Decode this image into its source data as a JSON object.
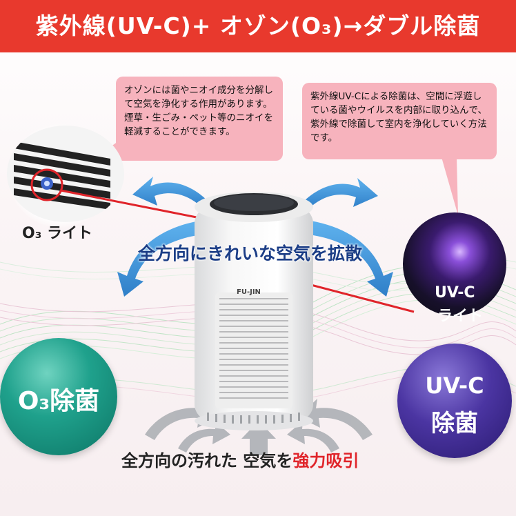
{
  "banner": {
    "title": "紫外線(UV-C)+ オゾン(O₃)→ダブル除菌"
  },
  "bubbles": {
    "ozone": "オゾンには菌やニオイ成分を分解して空気を浄化する作用があります。煙草・生ごみ・ペット等のニオイを軽減することができます。",
    "uvc": "紫外線UV-Cによる除菌は、空間に浮遊している菌やウイルスを内部に取り込んで、紫外線で除菌して室内を浄化していく方法です。"
  },
  "labels": {
    "o3_light": "O₃ ライト",
    "uvc_light_line1": "UV-C",
    "uvc_light_line2": "ライト",
    "diffuse": "全方向にきれいな空気を拡散",
    "intake_prefix": "全方向の汚れた 空気を",
    "intake_highlight": "強力吸引",
    "brand": "FU-JIN"
  },
  "orbs": {
    "o3_text": "O₃除菌",
    "uvc_line1": "UV-C",
    "uvc_line2": "除菌"
  },
  "colors": {
    "banner": "#e8392d",
    "bubble": "#f7b3bd",
    "arrow_blue": "#3a8fd6",
    "intake_red": "#e0242a",
    "o3_orb": "#1a9a86",
    "uvc_orb": "#3f2b8f"
  }
}
